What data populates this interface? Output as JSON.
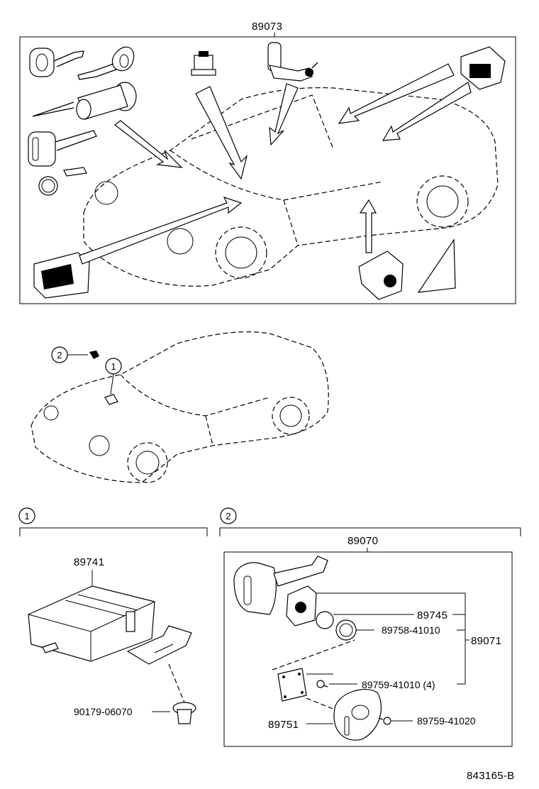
{
  "diagram": {
    "top_assembly_part": "89073",
    "callouts": {
      "ref1": "1",
      "ref2": "2"
    },
    "section1": {
      "ref": "1",
      "parts": {
        "main": "89741",
        "clip": "90179-06070"
      }
    },
    "section2": {
      "ref": "2",
      "assembly_part": "89070",
      "sub_assembly_part": "89071",
      "parts": {
        "p1": "89745",
        "p2": "89758-41010",
        "p3": "89759-41010 (4)",
        "p4": "89751",
        "p5": "89759-41020"
      }
    },
    "drawing_code": "843165-B"
  }
}
